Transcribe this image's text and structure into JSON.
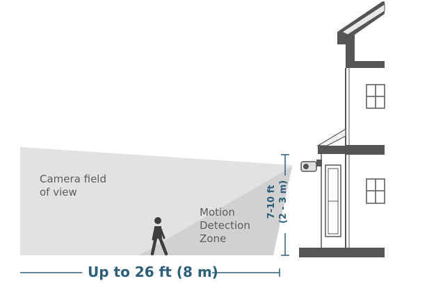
{
  "labels": {
    "camera_fov": [
      "Camera field",
      "of view"
    ],
    "motion_zone": [
      "Motion",
      "Detection",
      "Zone"
    ],
    "mount_height": [
      "7-10 ft",
      "(2 - 3 m)"
    ],
    "distance": "Up to 26 ft (8 m)"
  },
  "colors": {
    "field_of_view": "#e2e2e2",
    "motion_zone": "#d1d1d1",
    "house": "#555555",
    "accent_blue": "#2d5f7a",
    "person": "#3e3e3e",
    "label_text": "#5b5b5b"
  }
}
